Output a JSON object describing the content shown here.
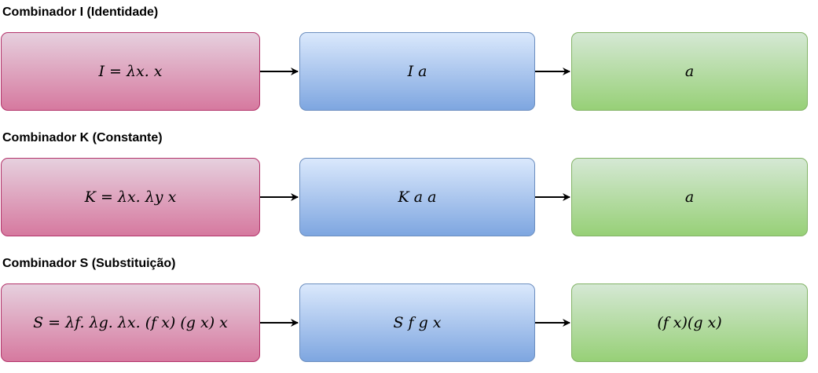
{
  "rows": [
    {
      "title": "Combinador I (Identidade)",
      "definition": "I = λx. x",
      "application": "I a",
      "result": "a"
    },
    {
      "title": "Combinador K (Constante)",
      "definition": "K = λx. λy x",
      "application": "K a a",
      "result": "a"
    },
    {
      "title": "Combinador S (Substituição)",
      "definition": "S = λf. λg. λx. (f x) (g x) x",
      "application": "S f g x",
      "result": "(f x)(g x)"
    }
  ],
  "colors": {
    "definition_fill": "#d6799f",
    "definition_stroke": "#b3336a",
    "application_fill": "#7ea6e0",
    "application_stroke": "#6c8ebf",
    "result_fill": "#97d077",
    "result_stroke": "#82b366",
    "arrow": "#000000"
  }
}
